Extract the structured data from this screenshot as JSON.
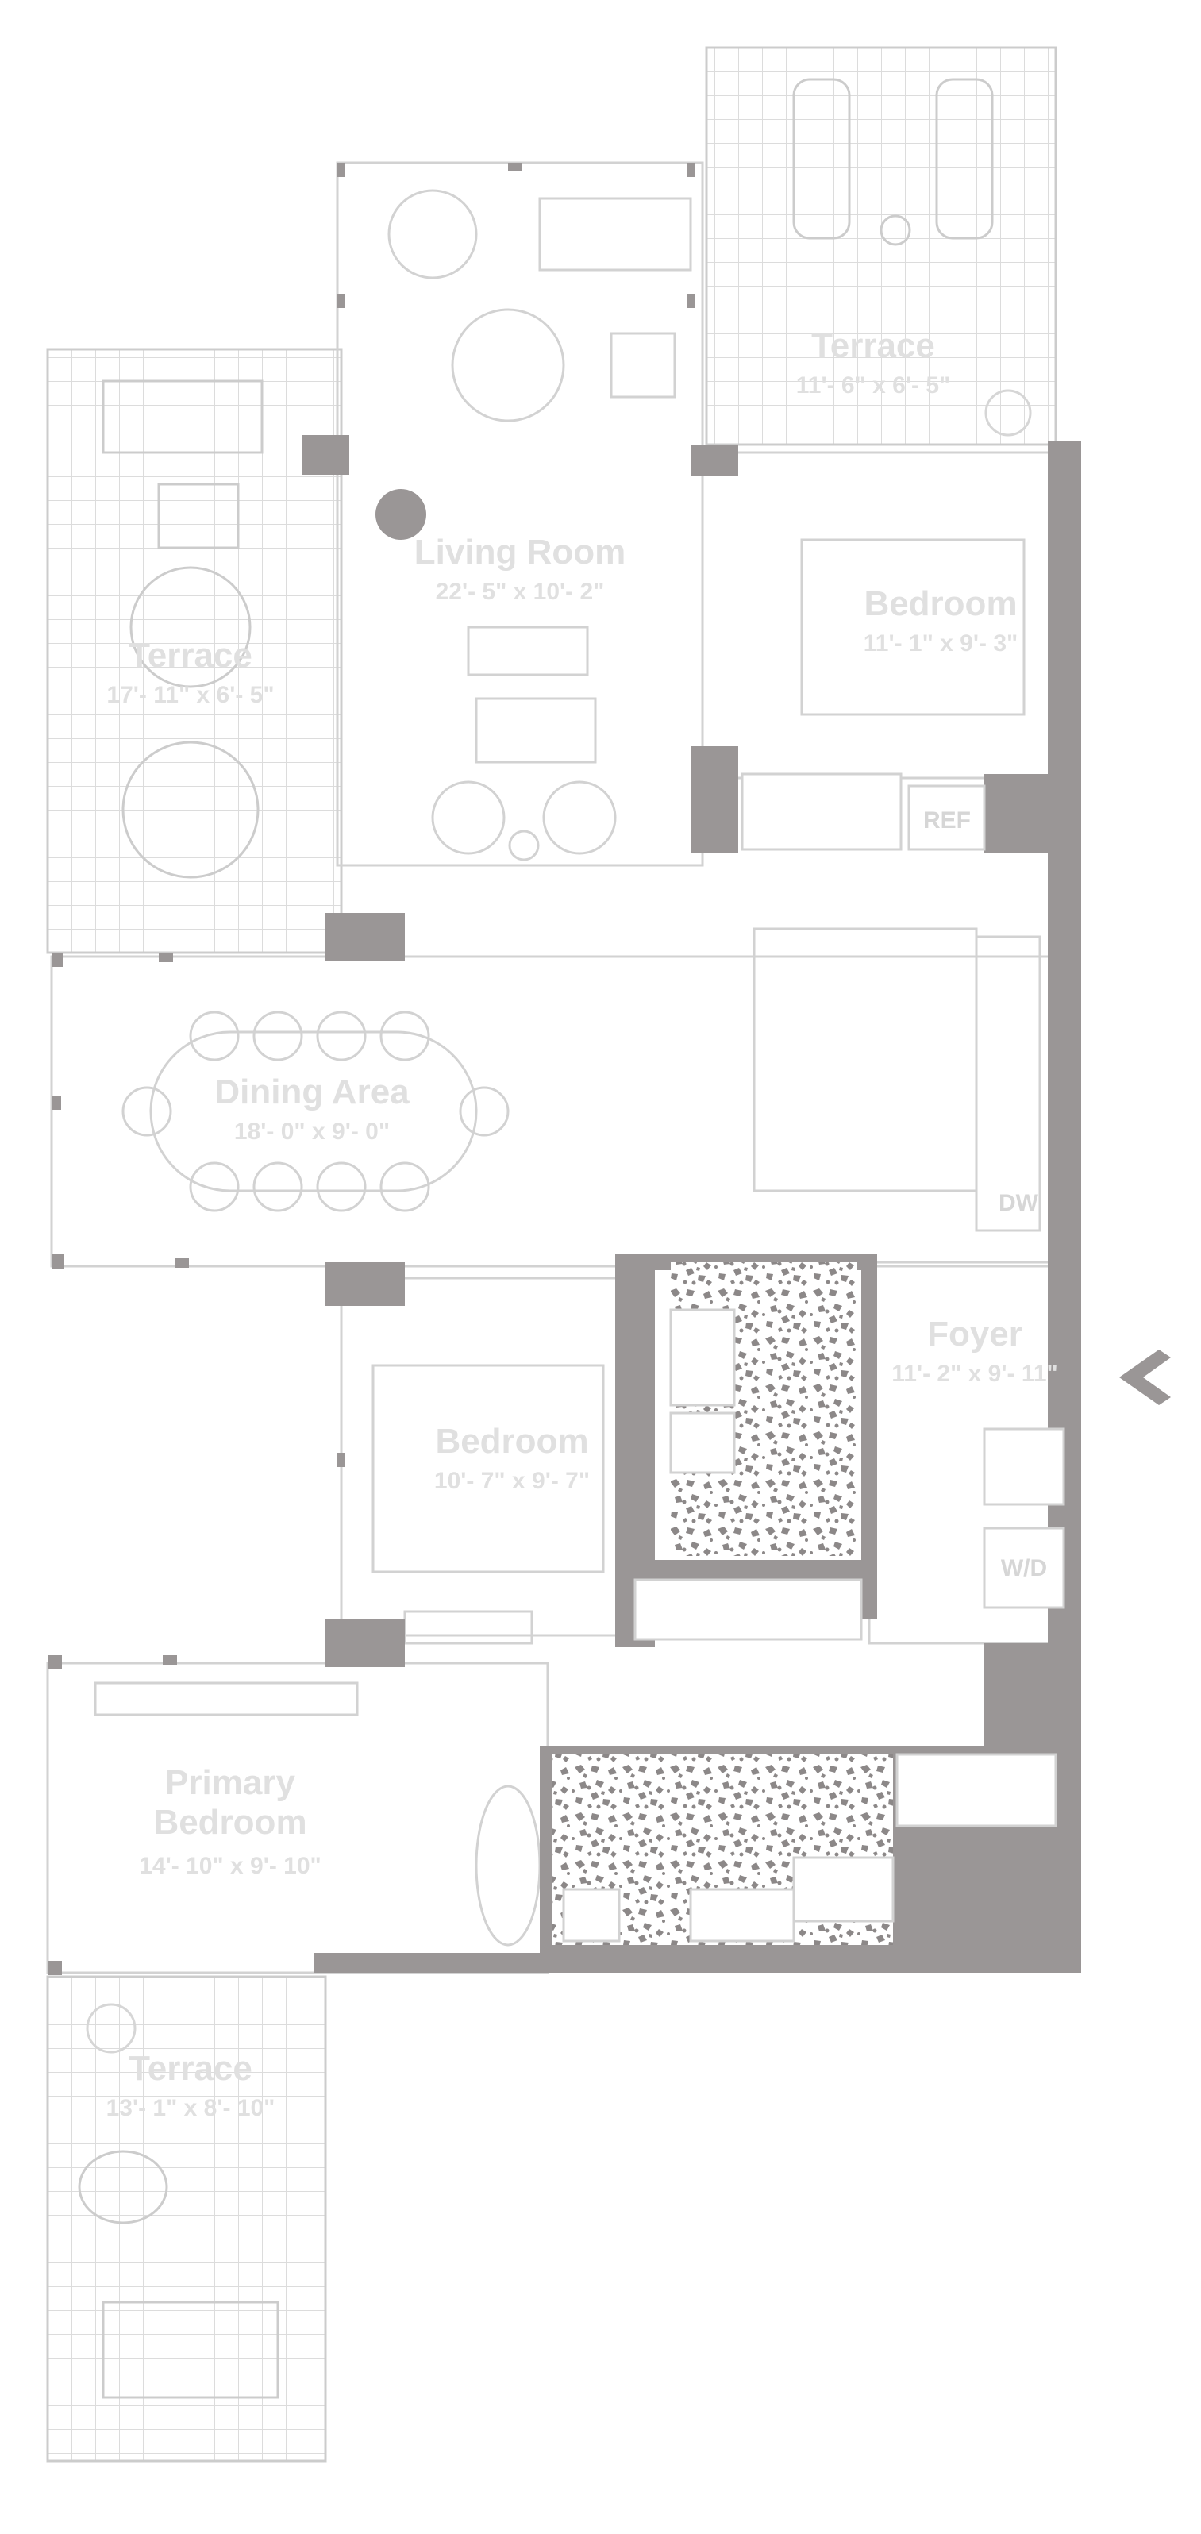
{
  "colors": {
    "wall": "#9a9696",
    "line": "#cccccc",
    "grid": "#dcdcdc",
    "label_light": "#e2e2e2",
    "label_dark": "#d2d2d2",
    "arrow": "#9a9696",
    "background": "#ffffff"
  },
  "rooms": {
    "terrace_top": {
      "name": "Terrace",
      "dims": "11'- 6\" x 6'- 5\""
    },
    "living_room": {
      "name": "Living Room",
      "dims": "22'- 5\" x 10'- 2\""
    },
    "bedroom_upper": {
      "name": "Bedroom",
      "dims": "11'- 1\" x 9'- 3\""
    },
    "terrace_left": {
      "name": "Terrace",
      "dims": "17'- 11\" x 6'- 5\""
    },
    "dining_area": {
      "name": "Dining Area",
      "dims": "18'- 0\" x 9'- 0\""
    },
    "foyer": {
      "name": "Foyer",
      "dims": "11'- 2\" x 9'- 11\""
    },
    "bedroom_middle": {
      "name": "Bedroom",
      "dims": "10'- 7\" x 9'- 7\""
    },
    "primary_bedroom": {
      "name_line1": "Primary",
      "name_line2": "Bedroom",
      "dims": "14'- 10\" x 9'- 10\""
    },
    "terrace_bottom": {
      "name": "Terrace",
      "dims": "13'- 1\" x 8'- 10\""
    }
  },
  "fixtures": {
    "ref": "REF",
    "dw": "DW",
    "wd": "W/D"
  },
  "icons": {
    "entry": "chevron-left-icon",
    "column": "round-column-icon"
  }
}
